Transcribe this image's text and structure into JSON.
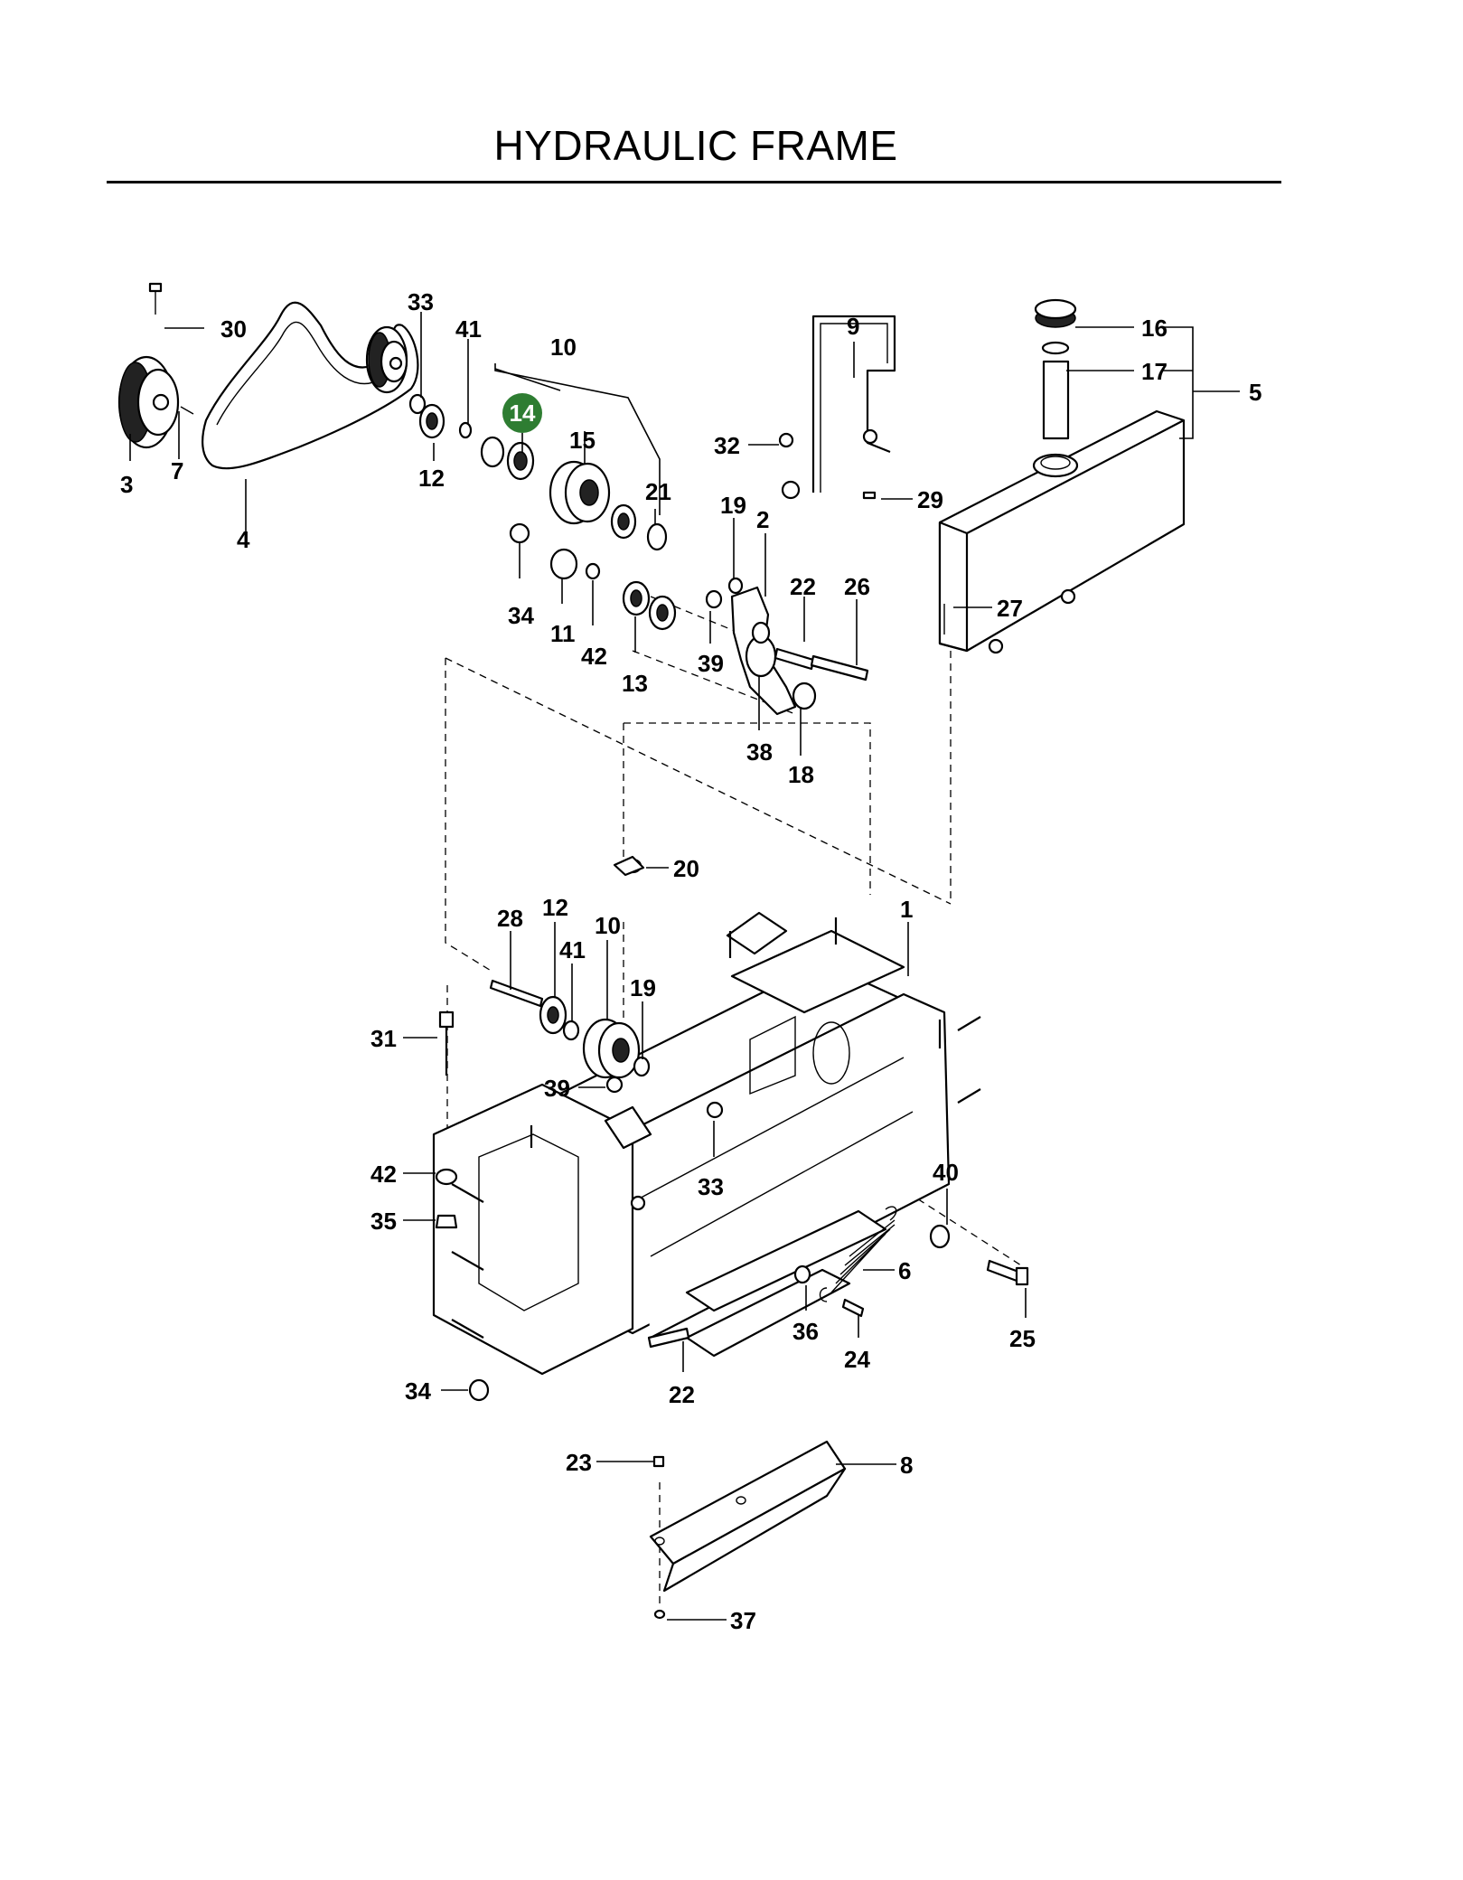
{
  "title": "HYDRAULIC FRAME",
  "highlight": {
    "label": "14",
    "color": "#2e7d32",
    "text_color": "#ffffff"
  },
  "callouts": [
    "30",
    "3",
    "7",
    "4",
    "33",
    "41",
    "10",
    "15",
    "21",
    "12",
    "34",
    "11",
    "42",
    "13",
    "39",
    "19",
    "2",
    "22",
    "26",
    "38",
    "18",
    "9",
    "32",
    "29",
    "16",
    "17",
    "5",
    "27",
    "20",
    "1",
    "28",
    "12",
    "41",
    "10",
    "19",
    "31",
    "39",
    "42",
    "35",
    "33",
    "40",
    "6",
    "36",
    "24",
    "25",
    "34",
    "22",
    "23",
    "8",
    "37"
  ]
}
